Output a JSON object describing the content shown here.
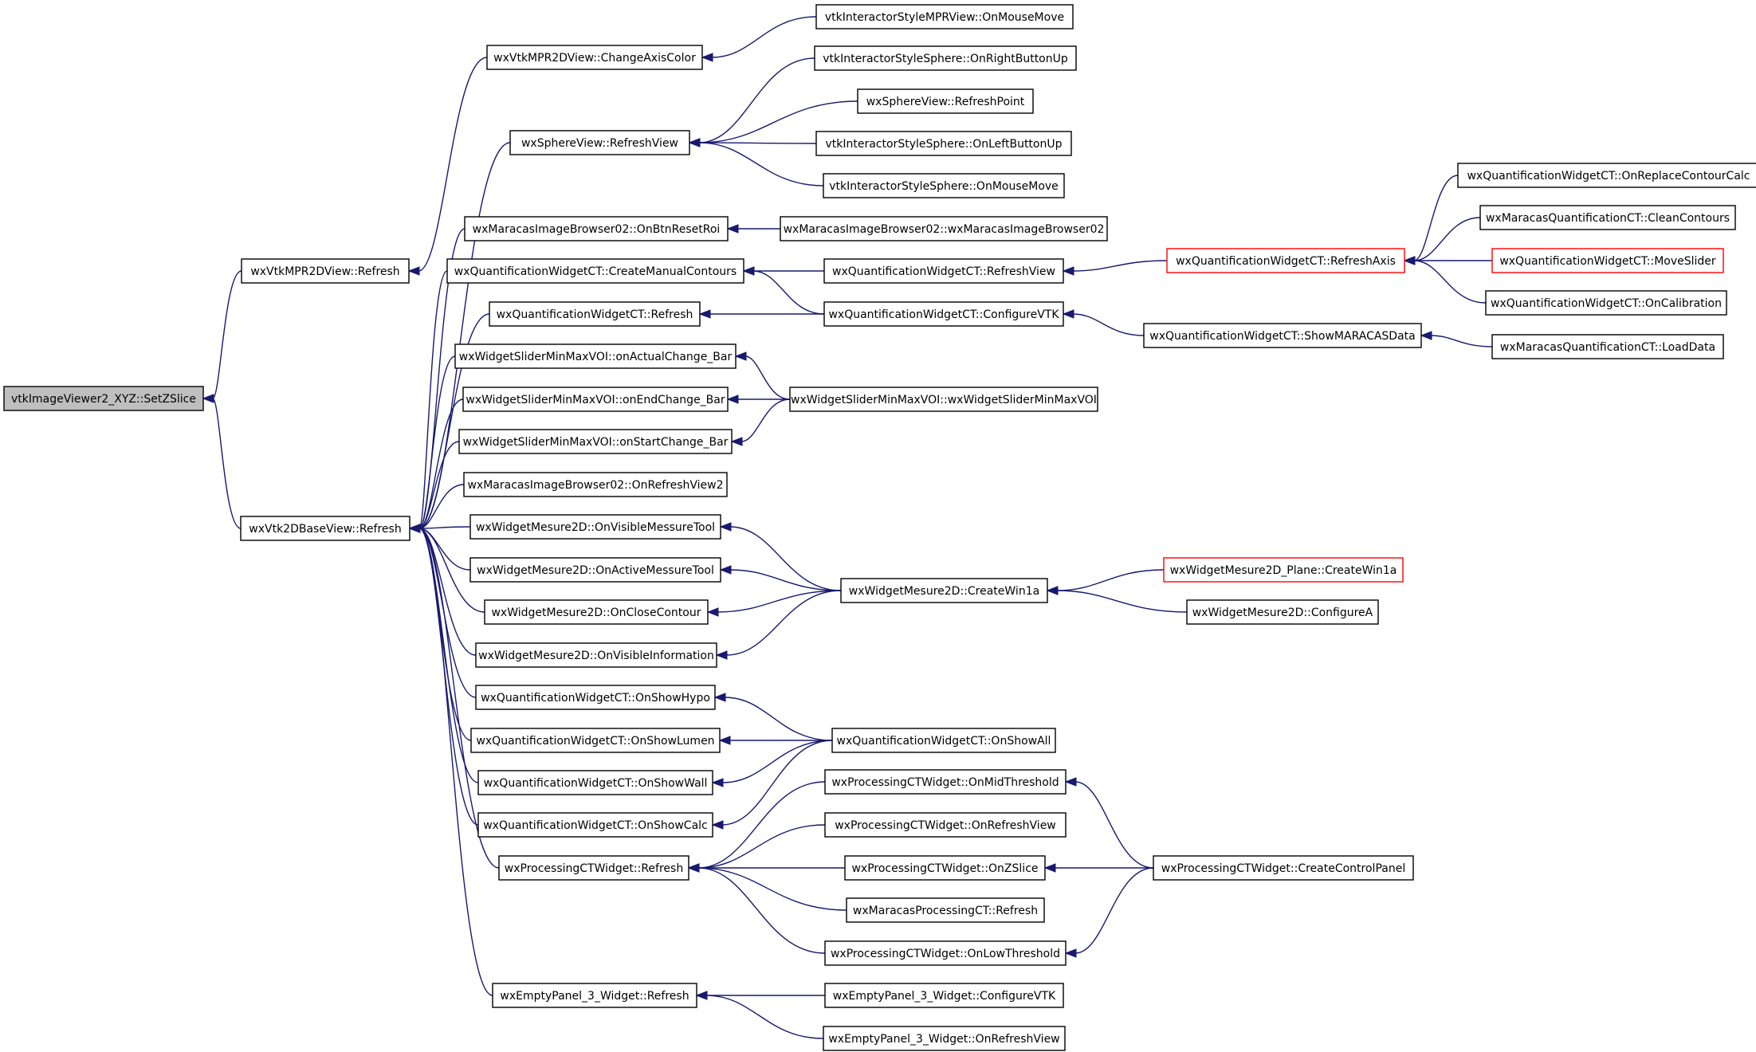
{
  "graph": {
    "root": "n0",
    "edge_color": "#191970",
    "truncated_border_color": "#ff0000",
    "nodes": [
      {
        "id": "n0",
        "label": "vtkImageViewer2_XYZ::SetZSlice",
        "root": true
      },
      {
        "id": "n1",
        "label": "wxVtkMPR2DView::Refresh"
      },
      {
        "id": "n2",
        "label": "wxVtk2DBaseView::Refresh"
      },
      {
        "id": "n3",
        "label": "wxVtkMPR2DView::ChangeAxisColor"
      },
      {
        "id": "n4",
        "label": "vtkInteractorStyleMPRView::OnMouseMove"
      },
      {
        "id": "n5",
        "label": "wxSphereView::RefreshView"
      },
      {
        "id": "n6",
        "label": "vtkInteractorStyleSphere::OnRightButtonUp"
      },
      {
        "id": "n7",
        "label": "wxSphereView::RefreshPoint"
      },
      {
        "id": "n8",
        "label": "vtkInteractorStyleSphere::OnLeftButtonUp"
      },
      {
        "id": "n9",
        "label": "vtkInteractorStyleSphere::OnMouseMove"
      },
      {
        "id": "n10",
        "label": "wxMaracasImageBrowser02::OnBtnResetRoi"
      },
      {
        "id": "n11",
        "label": "wxMaracasImageBrowser02::wxMaracasImageBrowser02"
      },
      {
        "id": "n12",
        "label": "wxQuantificationWidgetCT::CreateManualContours"
      },
      {
        "id": "n13",
        "label": "wxQuantificationWidgetCT::RefreshView"
      },
      {
        "id": "n14",
        "label": "wxQuantificationWidgetCT::RefreshAxis",
        "truncated": true
      },
      {
        "id": "n15",
        "label": "wxQuantificationWidgetCT::OnReplaceContourCalc"
      },
      {
        "id": "n16",
        "label": "wxMaracasQuantificationCT::CleanContours"
      },
      {
        "id": "n17",
        "label": "wxQuantificationWidgetCT::MoveSlider",
        "truncated": true
      },
      {
        "id": "n18",
        "label": "wxQuantificationWidgetCT::OnCalibration"
      },
      {
        "id": "n19",
        "label": "wxQuantificationWidgetCT::Refresh"
      },
      {
        "id": "n20",
        "label": "wxQuantificationWidgetCT::ConfigureVTK"
      },
      {
        "id": "n21",
        "label": "wxQuantificationWidgetCT::ShowMARACASData"
      },
      {
        "id": "n22",
        "label": "wxMaracasQuantificationCT::LoadData"
      },
      {
        "id": "n23",
        "label": "wxWidgetSliderMinMaxVOI::onActualChange_Bar"
      },
      {
        "id": "n24",
        "label": "wxWidgetSliderMinMaxVOI::onEndChange_Bar"
      },
      {
        "id": "n25",
        "label": "wxWidgetSliderMinMaxVOI::wxWidgetSliderMinMaxVOI"
      },
      {
        "id": "n26",
        "label": "wxWidgetSliderMinMaxVOI::onStartChange_Bar"
      },
      {
        "id": "n27",
        "label": "wxMaracasImageBrowser02::OnRefreshView2"
      },
      {
        "id": "n28",
        "label": "wxWidgetMesure2D::OnVisibleMessureTool"
      },
      {
        "id": "n29",
        "label": "wxWidgetMesure2D::OnActiveMessureTool"
      },
      {
        "id": "n30",
        "label": "wxWidgetMesure2D::CreateWin1a"
      },
      {
        "id": "n31",
        "label": "wxWidgetMesure2D_Plane::CreateWin1a",
        "truncated": true
      },
      {
        "id": "n32",
        "label": "wxWidgetMesure2D::OnCloseContour"
      },
      {
        "id": "n33",
        "label": "wxWidgetMesure2D::ConfigureA"
      },
      {
        "id": "n34",
        "label": "wxWidgetMesure2D::OnVisibleInformation"
      },
      {
        "id": "n35",
        "label": "wxQuantificationWidgetCT::OnShowHypo"
      },
      {
        "id": "n36",
        "label": "wxQuantificationWidgetCT::OnShowLumen"
      },
      {
        "id": "n37",
        "label": "wxQuantificationWidgetCT::OnShowAll"
      },
      {
        "id": "n38",
        "label": "wxQuantificationWidgetCT::OnShowWall"
      },
      {
        "id": "n39",
        "label": "wxProcessingCTWidget::OnMidThreshold"
      },
      {
        "id": "n40",
        "label": "wxQuantificationWidgetCT::OnShowCalc"
      },
      {
        "id": "n41",
        "label": "wxProcessingCTWidget::OnRefreshView"
      },
      {
        "id": "n42",
        "label": "wxProcessingCTWidget::Refresh"
      },
      {
        "id": "n43",
        "label": "wxProcessingCTWidget::OnZSlice"
      },
      {
        "id": "n44",
        "label": "wxProcessingCTWidget::CreateControlPanel"
      },
      {
        "id": "n45",
        "label": "wxMaracasProcessingCT::Refresh"
      },
      {
        "id": "n46",
        "label": "wxProcessingCTWidget::OnLowThreshold"
      },
      {
        "id": "n47",
        "label": "wxEmptyPanel_3_Widget::Refresh"
      },
      {
        "id": "n48",
        "label": "wxEmptyPanel_3_Widget::ConfigureVTK"
      },
      {
        "id": "n49",
        "label": "wxEmptyPanel_3_Widget::OnRefreshView"
      }
    ],
    "edges": [
      [
        "n0",
        "n1"
      ],
      [
        "n0",
        "n2"
      ],
      [
        "n1",
        "n3"
      ],
      [
        "n3",
        "n4"
      ],
      [
        "n2",
        "n5"
      ],
      [
        "n5",
        "n6"
      ],
      [
        "n5",
        "n7"
      ],
      [
        "n5",
        "n8"
      ],
      [
        "n5",
        "n9"
      ],
      [
        "n2",
        "n10"
      ],
      [
        "n10",
        "n11"
      ],
      [
        "n2",
        "n12"
      ],
      [
        "n12",
        "n13"
      ],
      [
        "n12",
        "n20"
      ],
      [
        "n13",
        "n14"
      ],
      [
        "n14",
        "n15"
      ],
      [
        "n14",
        "n16"
      ],
      [
        "n14",
        "n17"
      ],
      [
        "n14",
        "n18"
      ],
      [
        "n2",
        "n19"
      ],
      [
        "n19",
        "n20"
      ],
      [
        "n20",
        "n21"
      ],
      [
        "n21",
        "n22"
      ],
      [
        "n2",
        "n23"
      ],
      [
        "n23",
        "n25"
      ],
      [
        "n2",
        "n24"
      ],
      [
        "n24",
        "n25"
      ],
      [
        "n2",
        "n26"
      ],
      [
        "n26",
        "n25"
      ],
      [
        "n2",
        "n27"
      ],
      [
        "n2",
        "n28"
      ],
      [
        "n28",
        "n30"
      ],
      [
        "n2",
        "n29"
      ],
      [
        "n29",
        "n30"
      ],
      [
        "n2",
        "n32"
      ],
      [
        "n32",
        "n30"
      ],
      [
        "n2",
        "n34"
      ],
      [
        "n34",
        "n30"
      ],
      [
        "n30",
        "n31"
      ],
      [
        "n30",
        "n33"
      ],
      [
        "n2",
        "n35"
      ],
      [
        "n35",
        "n37"
      ],
      [
        "n2",
        "n36"
      ],
      [
        "n36",
        "n37"
      ],
      [
        "n2",
        "n38"
      ],
      [
        "n38",
        "n37"
      ],
      [
        "n2",
        "n40"
      ],
      [
        "n40",
        "n37"
      ],
      [
        "n2",
        "n42"
      ],
      [
        "n42",
        "n39"
      ],
      [
        "n42",
        "n41"
      ],
      [
        "n42",
        "n43"
      ],
      [
        "n42",
        "n45"
      ],
      [
        "n42",
        "n46"
      ],
      [
        "n39",
        "n44"
      ],
      [
        "n43",
        "n44"
      ],
      [
        "n46",
        "n44"
      ],
      [
        "n2",
        "n47"
      ],
      [
        "n47",
        "n48"
      ],
      [
        "n47",
        "n49"
      ]
    ]
  }
}
